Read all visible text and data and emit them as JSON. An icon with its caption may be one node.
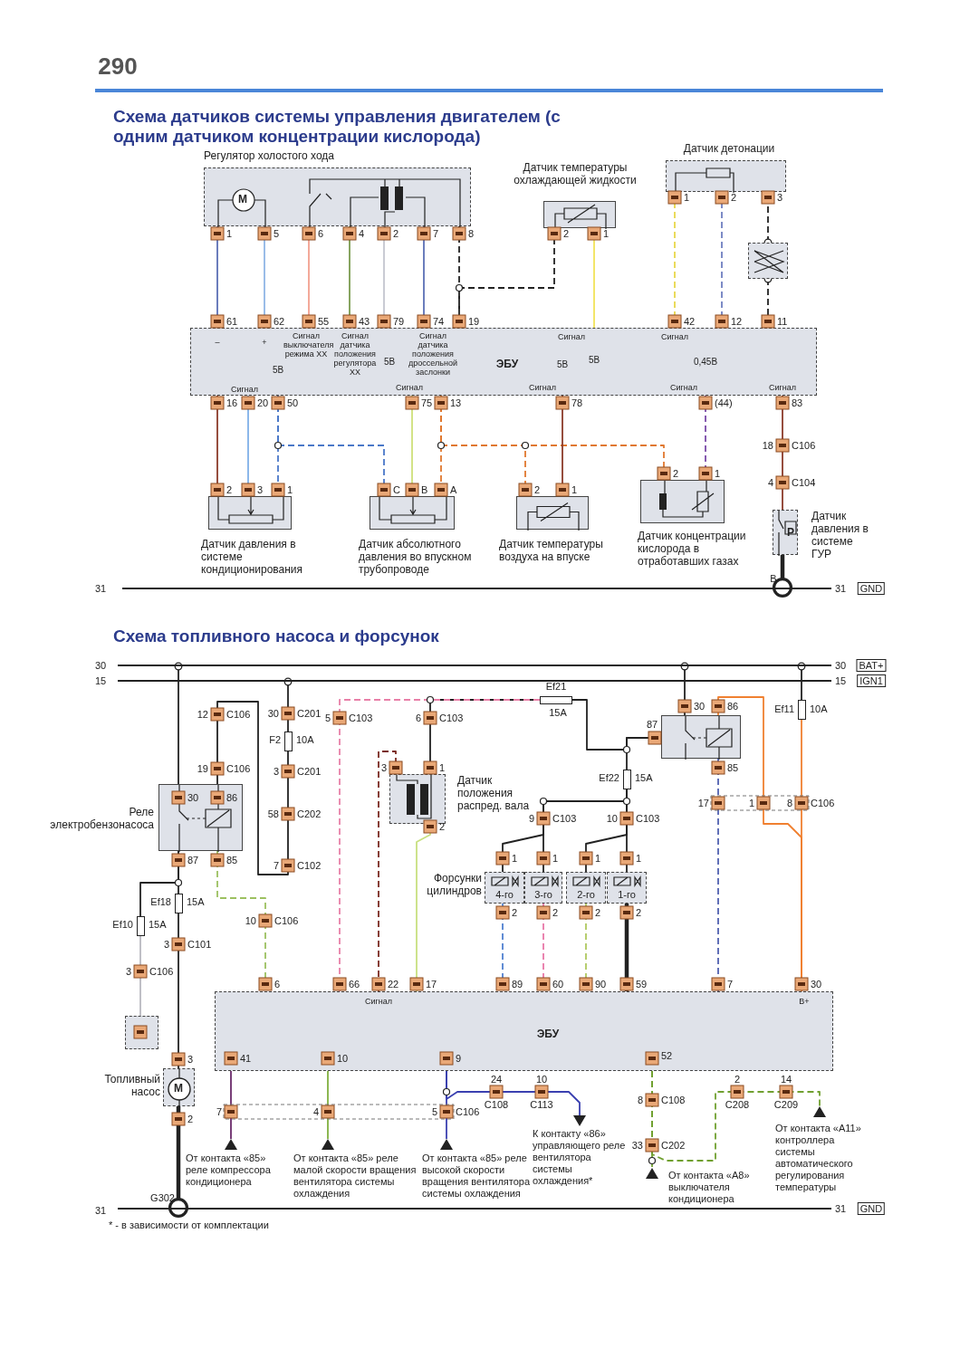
{
  "diagram": {
    "title": "Схема датчиков системы управления двигателем (с одним датчиком концентрации кислорода)",
    "nodes": [
      {
        "text": [
          "Регулятор холостого хода"
        ]
      },
      {
        "text": [
          "Датчик температуры охлаждающей жидкости"
        ]
      },
      {
        "text": [
          "Датчик детонации"
        ]
      },
      {
        "text": [],
        "shape": "box"
      },
      {
        "text": [
          "ЭБУ"
        ]
      },
      {
        "text": [
          "Датчик давления в системе кондиционирования"
        ]
      },
      {
        "text": [
          "Датчик абсолютного давления во впускном трубопроводе"
        ]
      },
      {
        "text": [
          "Датчик температуры воздуха на впуске"
        ]
      },
      {
        "text": [
          "Датчик концентрации кислорода в отработавших газах"
        ]
      },
      {
        "text": [
          "Датчик давления в системе ГУР"
        ]
      },
      {
        "text": [],
        "shape": "bar"
      },
      {
        "text": [],
        "shape": "bar"
      },
      {
        "text": [],
        "shape": "bar"
      },
      {
        "text": [
          "Реле электробензонасоса"
        ]
      },
      {
        "text": [
          "Датчик положения распред. вала"
        ]
      },
      {
        "text": [],
        "shape": "box"
      },
      {
        "text": [
          "4-го"
        ]
      },
      {
        "text": [
          "3-го"
        ]
      },
      {
        "text": [
          "2-го"
        ]
      },
      {
        "text": [
          "1-го"
        ]
      },
      {
        "text": [],
        "shape": "box"
      },
      {
        "text": [
          "Топливный насос"
        ]
      },
      {
        "text": [
          "ЭБУ"
        ]
      },
      {
        "text": [],
        "shape": "bar"
      },
      {
        "text": [
          "От контакта «85» реле компрессора кондиционера"
        ]
      },
      {
        "text": [
          "От контакта «85» реле малой скорости вращения вентилятора системы охлаждения"
        ]
      },
      {
        "text": [
          "От контакта «85» реле высокой скорости вращения вентилятора системы охлаждения"
        ]
      },
      {
        "text": [
          "К контакту «86» управляющего реле вентилятора системы охлаждения*"
        ]
      },
      {
        "text": [
          "От контакта «А8» выключателя кондиционера"
        ]
      },
      {
        "text": [
          "От контакта «А11» контроллера системы автоматического регулирования температуры"
        ]
      },
      {
        "text": [],
        "shape": "box",
        "beside": [
          "Ef21",
          "15A"
        ]
      },
      {
        "text": [],
        "shape": "box",
        "beside": [
          "Ef22",
          "15A"
        ]
      },
      {
        "text": [],
        "shape": "box",
        "beside": [
          "Ef11",
          "10A"
        ]
      },
      {
        "text": [],
        "shape": "box",
        "beside": [
          "F2",
          "10A"
        ]
      },
      {
        "text": [],
        "shape": "box",
        "beside": [
          "Ef18",
          "15A"
        ]
      },
      {
        "text": [],
        "shape": "box",
        "beside": [
          "Ef10",
          "15A"
        ]
      }
    ],
    "edges": [
      {
        "from": 0,
        "to": 4,
        "arrow": "none",
        "color": "#5b6fb5"
      },
      {
        "from": 0,
        "to": 4,
        "arrow": "none",
        "color": "#8fb6e6"
      },
      {
        "from": 0,
        "to": 4,
        "arrow": "none",
        "color": "#f2a08f"
      },
      {
        "from": 0,
        "to": 4,
        "arrow": "none",
        "color": "#7b9b4f"
      },
      {
        "from": 0,
        "to": 4,
        "arrow": "none",
        "color": "#c4c6d0"
      },
      {
        "from": 0,
        "to": 4,
        "arrow": "none",
        "color": "#5b6fb5"
      },
      {
        "from": 0,
        "to": 4,
        "arrow": "none",
        "style": "dashed"
      },
      {
        "from": 1,
        "to": 4,
        "arrow": "none",
        "style": "dashed"
      },
      {
        "from": 1,
        "to": 4,
        "arrow": "none",
        "color": "#f2e35a"
      },
      {
        "from": 2,
        "to": 4,
        "arrow": "none",
        "style": "dashed",
        "color": "#e8d84a"
      },
      {
        "from": 2,
        "to": 4,
        "arrow": "none",
        "style": "dashed",
        "color": "#6f7fc0"
      },
      {
        "from": 3,
        "to": 2,
        "arrow": "other",
        "style": "dashed"
      },
      {
        "from": 3,
        "to": 4,
        "arrow": "other",
        "style": "dashed"
      },
      {
        "from": 4,
        "to": 5,
        "arrow": "none",
        "color": "#8b3a2a"
      },
      {
        "from": 4,
        "to": 5,
        "arrow": "none",
        "color": "#7fb0e8"
      },
      {
        "from": 4,
        "to": 5,
        "arrow": "none",
        "style": "dashed",
        "color": "#4a78c8"
      },
      {
        "from": 4,
        "to": 6,
        "arrow": "none",
        "style": "dashed",
        "color": "#4a78c8"
      },
      {
        "from": 4,
        "to": 6,
        "arrow": "none",
        "color": "#cfe07a"
      },
      {
        "from": 4,
        "to": 6,
        "arrow": "none",
        "style": "dashed",
        "color": "#e0782f"
      },
      {
        "from": 4,
        "to": 7,
        "arrow": "none",
        "style": "dashed",
        "color": "#e0782f"
      },
      {
        "from": 4,
        "to": 8,
        "arrow": "none",
        "style": "dashed",
        "color": "#e0782f"
      },
      {
        "from": 4,
        "to": 7,
        "arrow": "none",
        "color": "#8b3a2a"
      },
      {
        "from": 4,
        "to": 8,
        "arrow": "none",
        "style": "dashed",
        "color": "#7a4aa8"
      },
      {
        "from": 4,
        "to": 9,
        "arrow": "none",
        "color": "#8b3a2a"
      },
      {
        "from": 10,
        "to": 9,
        "arrow": "other",
        "style": "thick"
      },
      {
        "from": 11,
        "to": 13,
        "arrow": "other"
      },
      {
        "from": 12,
        "to": 33,
        "arrow": "other"
      },
      {
        "from": 33,
        "to": 13,
        "arrow": "none"
      },
      {
        "from": 13,
        "to": 34,
        "arrow": "none"
      },
      {
        "from": 34,
        "to": 21,
        "arrow": "none"
      },
      {
        "from": 13,
        "to": 35,
        "arrow": "none"
      },
      {
        "from": 35,
        "to": 20,
        "arrow": "none",
        "color": "#b8b8c0"
      },
      {
        "from": 13,
        "to": 22,
        "arrow": "none",
        "style": "dashed",
        "color": "#9cc060"
      },
      {
        "from": 23,
        "to": 21,
        "arrow": "other",
        "style": "thick"
      },
      {
        "from": 11,
        "to": 15,
        "arrow": "other"
      },
      {
        "from": 15,
        "to": 30,
        "arrow": "none"
      },
      {
        "from": 30,
        "to": 14,
        "arrow": "none"
      },
      {
        "from": 30,
        "to": 22,
        "arrow": "none",
        "style": "dashed",
        "color": "#e880a8"
      },
      {
        "from": 15,
        "to": 31,
        "arrow": "none"
      },
      {
        "from": 31,
        "to": 16,
        "arrow": "none"
      },
      {
        "from": 31,
        "to": 17,
        "arrow": "none"
      },
      {
        "from": 31,
        "to": 18,
        "arrow": "none"
      },
      {
        "from": 31,
        "to": 19,
        "arrow": "none"
      },
      {
        "from": 15,
        "to": 22,
        "arrow": "none",
        "color": "#f08030"
      },
      {
        "from": 15,
        "to": 22,
        "arrow": "none",
        "style": "dashed",
        "color": "#5060b0"
      },
      {
        "from": 11,
        "to": 32,
        "arrow": "other"
      },
      {
        "from": 32,
        "to": 22,
        "arrow": "none",
        "color": "#f08030"
      },
      {
        "from": 14,
        "to": 22,
        "arrow": "none",
        "style": "dashed",
        "color": "#7a2a20"
      },
      {
        "from": 14,
        "to": 22,
        "arrow": "none",
        "color": "#c8e080"
      },
      {
        "from": 16,
        "to": 22,
        "arrow": "none",
        "style": "dashed",
        "color": "#5080d0"
      },
      {
        "from": 17,
        "to": 22,
        "arrow": "none",
        "style": "dashed",
        "color": "#e878a8"
      },
      {
        "from": 18,
        "to": 22,
        "arrow": "none",
        "style": "dashed",
        "color": "#b0c860"
      },
      {
        "from": 19,
        "to": 22,
        "arrow": "none",
        "style": "thick"
      },
      {
        "from": 22,
        "to": 24,
        "arrow": "none",
        "color": "#6a2a6a"
      },
      {
        "from": 22,
        "to": 25,
        "arrow": "none",
        "color": "#80b040"
      },
      {
        "from": 22,
        "to": 26,
        "arrow": "none",
        "color": "#3a40b0"
      },
      {
        "from": 22,
        "to": 27,
        "arrow": "none",
        "color": "#3a40b0"
      },
      {
        "from": 22,
        "to": 28,
        "arrow": "none",
        "style": "dashed",
        "color": "#70a030"
      },
      {
        "from": 22,
        "to": 29,
        "arrow": "none",
        "style": "dashed",
        "color": "#70a030"
      }
    ],
    "labels": [
      "290",
      "M",
      "1",
      "5",
      "6",
      "4",
      "2",
      "7",
      "8",
      "2",
      "1",
      "1",
      "2",
      "3",
      "61",
      "62",
      "55",
      "43",
      "79",
      "74",
      "19",
      "42",
      "12",
      "11",
      "–",
      "+",
      "Сигнал выключателя режима ХХ",
      "Сигнал датчика положения регулятора ХХ",
      "5В",
      "Сигнал датчика положения дроссельной заслонки",
      "Сигнал",
      "5В",
      "Сигнал",
      "5В",
      "Сигнал",
      "Сигнал",
      "5В",
      "Сигнал",
      "0,45В",
      "Сигнал",
      "Сигнал",
      "16",
      "20",
      "50",
      "75",
      "13",
      "78",
      "(44)",
      "83",
      "18",
      "C106",
      "4",
      "C104",
      "2",
      "3",
      "1",
      "C",
      "B",
      "A",
      "2",
      "1",
      "2",
      "1",
      "B",
      "31",
      "31",
      "GND",
      "Схема топливного насоса и форсунок",
      "30",
      "15",
      "30",
      "BAT+",
      "15",
      "IGN1",
      "12",
      "C106",
      "30",
      "C201",
      "5",
      "C103",
      "6",
      "C103",
      "87",
      "30",
      "86",
      "19",
      "C106",
      "3",
      "C201",
      "3",
      "1",
      "85",
      "30",
      "86",
      "17",
      "1",
      "8",
      "C106",
      "58",
      "C202",
      "9",
      "C103",
      "10",
      "C103",
      "2",
      "87",
      "85",
      "7",
      "C102",
      "1",
      "1",
      "1",
      "1",
      "Форсунки цилиндров",
      "2",
      "2",
      "2",
      "2",
      "10",
      "C106",
      "3",
      "C101",
      "3",
      "C106",
      "6",
      "66",
      "22",
      "17",
      "89",
      "60",
      "90",
      "59",
      "7",
      "30",
      "Сигнал",
      "B+",
      "3",
      "41",
      "10",
      "9",
      "52",
      "24",
      "10",
      "2",
      "14",
      "M",
      "7",
      "4",
      "5",
      "C106",
      "C108",
      "C113",
      "8",
      "C108",
      "C208",
      "C209",
      "2",
      "33",
      "C202",
      "G302",
      "31",
      "31",
      "GND",
      "* - в зависимости от комплектации",
      "P"
    ]
  }
}
